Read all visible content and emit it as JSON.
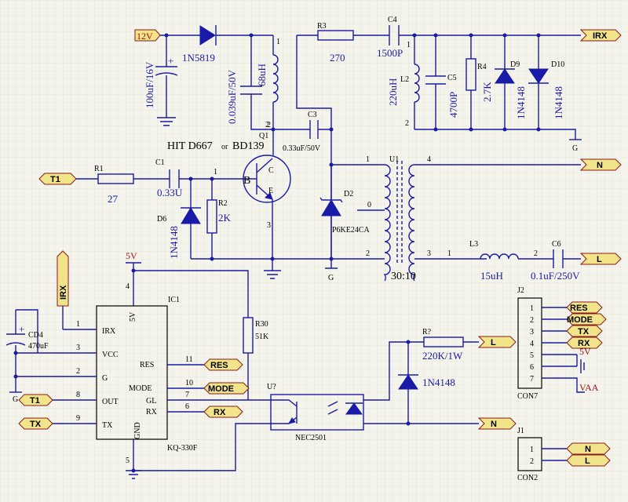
{
  "ports": {
    "v12": "12V",
    "irx_top": "IRX",
    "g_top": "G",
    "n_top": "N",
    "l_top": "L",
    "t1_left": "T1",
    "g_mid": "G",
    "vcc5v": "5V",
    "irx_vert": "IRX",
    "g_left": "G",
    "t1_out": "T1",
    "tx_in": "TX",
    "res_out": "RES",
    "mode_out": "MODE",
    "rx_out": "RX",
    "l_mid": "L",
    "n_mid": "N",
    "j2_res": "RES",
    "j2_mode": "MODE",
    "j2_tx": "TX",
    "j2_rx": "RX",
    "j2_5v": "5V",
    "j2_vaa": "VAA",
    "j1_n": "N",
    "j1_l": "L"
  },
  "components": {
    "d1": {
      "name": "",
      "value": "1N5819"
    },
    "c_elec": {
      "value": "100uF/16V"
    },
    "c039": {
      "value": "0.039uF/50V"
    },
    "l68": {
      "value": "68uH"
    },
    "r3": {
      "name": "R3",
      "value": "270"
    },
    "c4": {
      "name": "C4",
      "value": "1500P"
    },
    "l2": {
      "name": "L2",
      "value": "220uH"
    },
    "c5": {
      "name": "C5",
      "value": "4700P"
    },
    "r4": {
      "name": "R4",
      "value": "2.7K"
    },
    "d9": {
      "name": "D9",
      "value": "1N4148"
    },
    "d10": {
      "name": "D10",
      "value": "1N4148"
    },
    "q1": {
      "name": "Q1",
      "value": "HIT D667",
      "or": "or",
      "alt": "BD139"
    },
    "c3": {
      "name": "C3",
      "value": "0.33uF/50V"
    },
    "r1": {
      "name": "R1",
      "value": "27"
    },
    "c1": {
      "name": "C1",
      "value": "0.33U"
    },
    "r2": {
      "name": "R2",
      "value": "2K"
    },
    "d6": {
      "name": "D6",
      "value": "1N4148"
    },
    "d2": {
      "name": "D2",
      "value": "P6KE24CA"
    },
    "u1": {
      "name": "U1",
      "ratio": "30:10"
    },
    "l3": {
      "name": "L3",
      "value": "15uH"
    },
    "c6": {
      "name": "C6",
      "value": "0.1uF/250V"
    },
    "ic1": {
      "name": "IC1",
      "part": "KQ-330F"
    },
    "r30": {
      "name": "R30",
      "value": "51K"
    },
    "cd4": {
      "name": "CD4",
      "value": "470uF"
    },
    "u2": {
      "name": "U?",
      "part": "NEC2501"
    },
    "rq": {
      "name": "R?",
      "value": "220K/1W"
    },
    "dq": {
      "value": "1N4148"
    },
    "j2": {
      "name": "J2",
      "part": "CON7"
    },
    "j1": {
      "name": "J1",
      "part": "CON2"
    }
  },
  "pins": {
    "l68_1": "1",
    "l68_2": "2",
    "q1_b": "B",
    "q1_c": "C",
    "q1_e": "E",
    "q1_1": "1",
    "q1_2": "2",
    "q1_3": "3",
    "l2_1": "1",
    "l2_2": "2",
    "u1_1": "1",
    "u1_0": "0",
    "u1_2": "2",
    "u1_3": "3",
    "u1_4": "4",
    "l3_1": "1",
    "l3_2": "2",
    "ic_4": "4",
    "ic_1": "1",
    "ic_3": "3",
    "ic_2": "2",
    "ic_8": "8",
    "ic_9": "9",
    "ic_5": "5",
    "ic_11": "11",
    "ic_10": "10",
    "ic_7": "7",
    "ic_6": "6",
    "ic_irx": "IRX",
    "ic_5v": "5V",
    "ic_vcc": "VCC",
    "ic_g": "G",
    "ic_out": "OUT",
    "ic_tx": "TX",
    "ic_gnd": "GND",
    "ic_res": "RES",
    "ic_mode": "MODE",
    "ic_gl": "GL",
    "ic_rx": "RX",
    "j2_p": [
      "1",
      "2",
      "3",
      "4",
      "5",
      "6",
      "7"
    ],
    "j1_p": [
      "1",
      "2"
    ]
  }
}
